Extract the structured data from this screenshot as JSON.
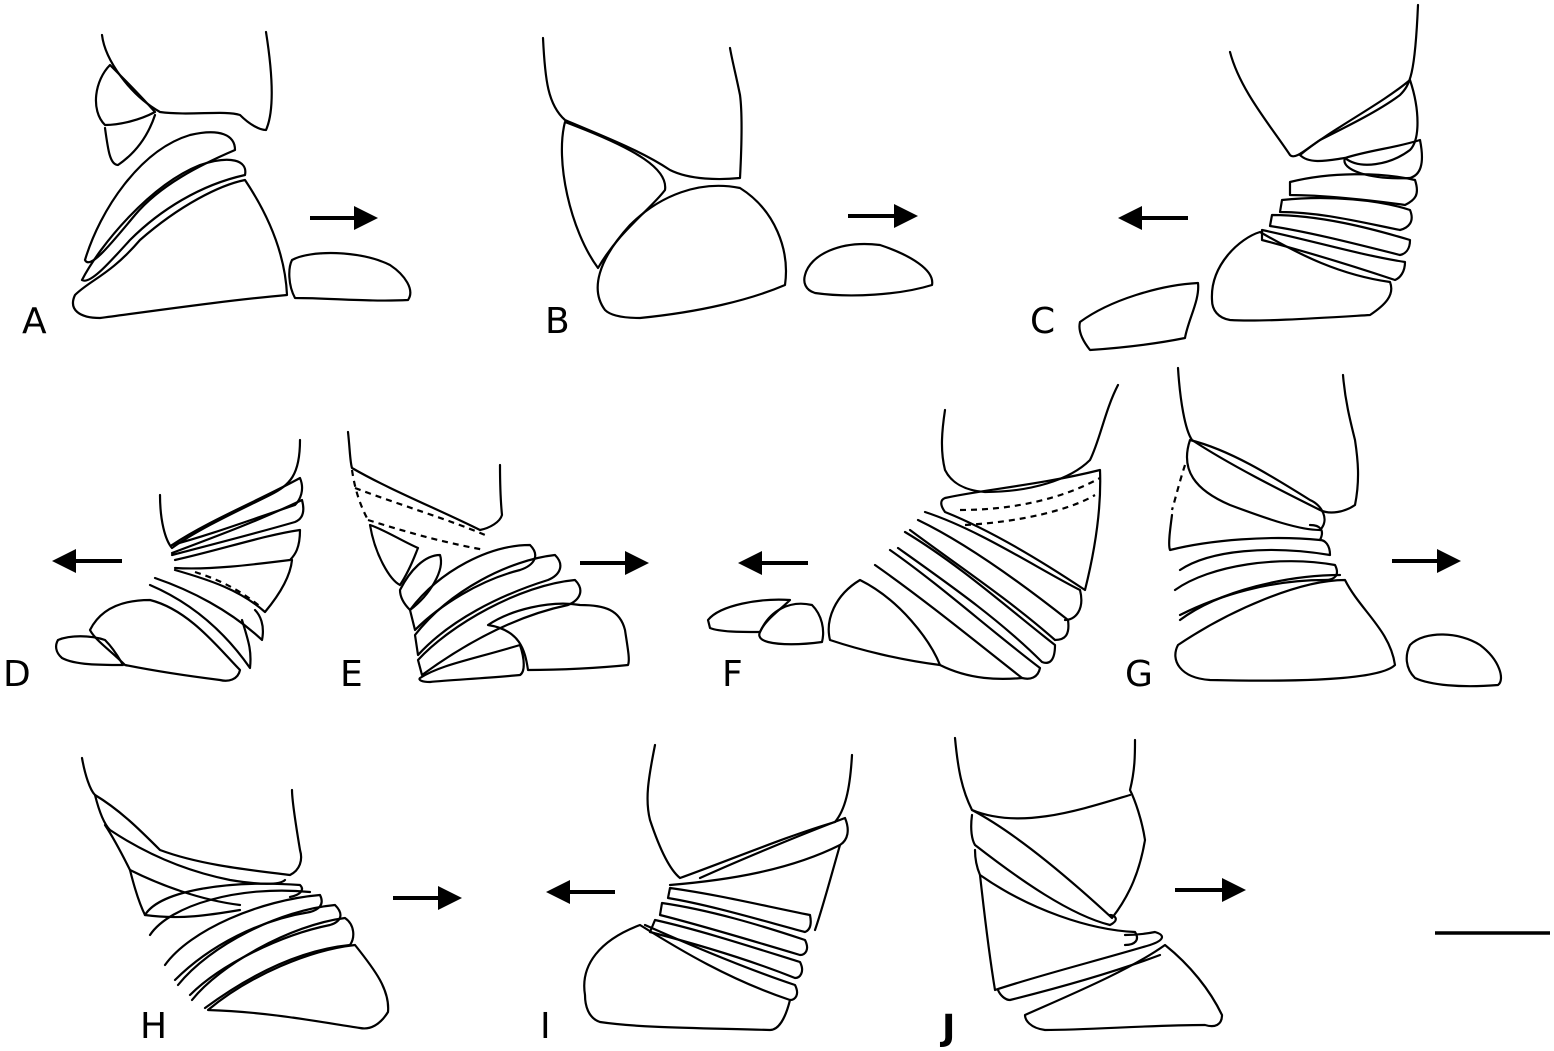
{
  "panels": [
    {
      "label": "A",
      "direction": "right"
    },
    {
      "label": "B",
      "direction": "right"
    },
    {
      "label": "C",
      "direction": "left"
    },
    {
      "label": "D",
      "direction": "left"
    },
    {
      "label": "E",
      "direction": "right"
    },
    {
      "label": "F",
      "direction": "left"
    },
    {
      "label": "G",
      "direction": "right"
    },
    {
      "label": "H",
      "direction": "right"
    },
    {
      "label": "I",
      "direction": "left"
    },
    {
      "label": "J",
      "direction": "right"
    }
  ],
  "scale_bar": true
}
